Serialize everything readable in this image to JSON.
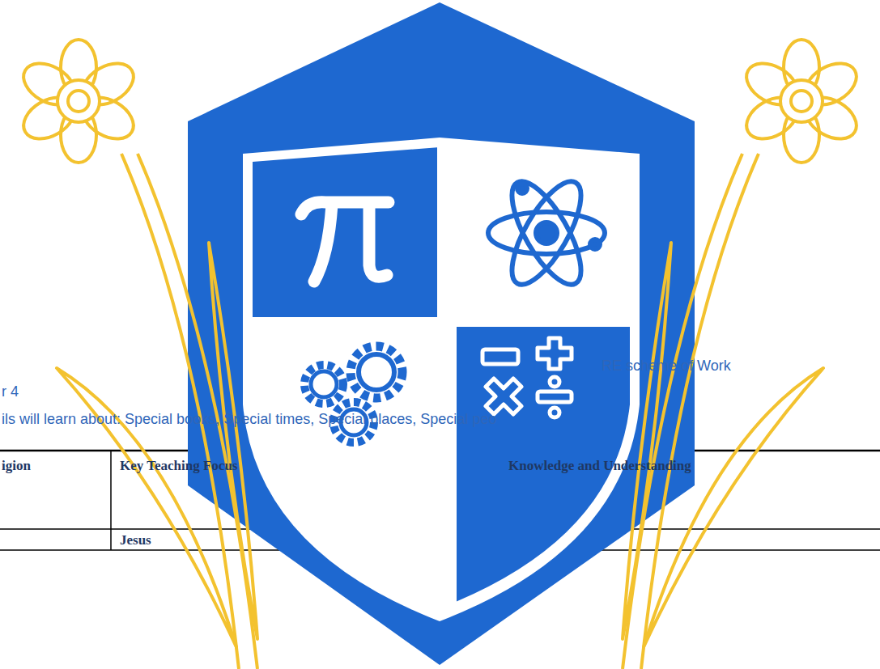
{
  "diagram": {
    "title": "RE scheme of Work",
    "labels": [
      "r 4",
      "ils will learn about: Special books, Special times, Special places, Special peo",
      "igion",
      "Key Teaching Focus",
      "Knowledge and Understanding",
      "Jesus"
    ]
  }
}
